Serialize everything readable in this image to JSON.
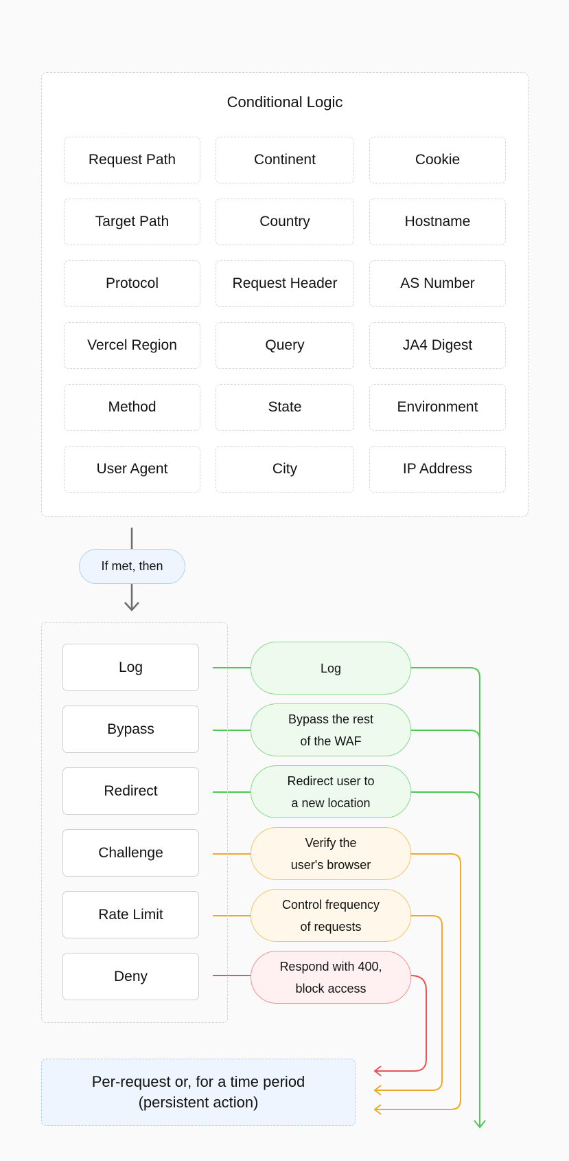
{
  "conditional_logic": {
    "title": "Conditional Logic",
    "rows": [
      [
        "Request Path",
        "Continent",
        "Cookie"
      ],
      [
        "Target Path",
        "Country",
        "Hostname"
      ],
      [
        "Protocol",
        "Request Header",
        "AS Number"
      ],
      [
        "Vercel Region",
        "Query",
        "JA4 Digest"
      ],
      [
        "Method",
        "State",
        "Environment"
      ],
      [
        "User Agent",
        "City",
        "IP Address"
      ]
    ]
  },
  "connector": {
    "label": "If met, then"
  },
  "actions": [
    {
      "name": "Log",
      "effect": [
        "Log"
      ],
      "color": "#4cc952"
    },
    {
      "name": "Bypass",
      "effect": [
        "Bypass the rest",
        "of the WAF"
      ],
      "color": "#4cc952"
    },
    {
      "name": "Redirect",
      "effect": [
        "Redirect user to",
        "a new location"
      ],
      "color": "#4cc952"
    },
    {
      "name": "Challenge",
      "effect": [
        "Verify the",
        "user's browser"
      ],
      "color": "#f0a82a"
    },
    {
      "name": "Rate Limit",
      "effect": [
        "Control frequency",
        "of requests"
      ],
      "color": "#f0a82a"
    },
    {
      "name": "Deny",
      "effect": [
        "Respond with 400,",
        "block access"
      ],
      "color": "#e65555"
    }
  ],
  "result": {
    "line1": "Per-request or, for a time period",
    "line2": "(persistent action)"
  },
  "colors": {
    "green": "#4cc952",
    "orange": "#f0a82a",
    "red": "#e65555",
    "blue_border": "#a9d1f5",
    "blue_fill": "#eef5ff",
    "gray_arrow": "#6b6b6b"
  }
}
